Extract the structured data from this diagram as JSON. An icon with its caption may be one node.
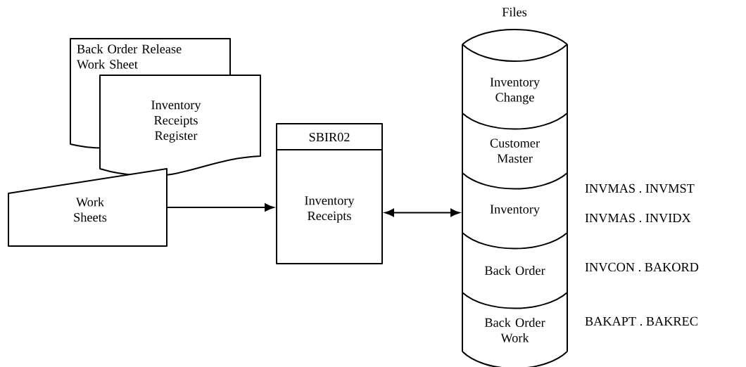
{
  "diagram": {
    "nodes": [
      {
        "text": [
          "Back Order Release Work Sheet"
        ]
      },
      {
        "text": [
          "Inventory Receipts Register"
        ]
      },
      {
        "text": [
          "Work Sheets"
        ]
      },
      {
        "text": [
          "SBIR02",
          "Inventory Receipts"
        ]
      },
      {
        "text": [
          "Files"
        ]
      },
      {
        "text": [
          "Inventory Change"
        ],
        "in": 4
      },
      {
        "text": [
          "Customer Master"
        ],
        "in": 4
      },
      {
        "text": [
          "Inventory"
        ],
        "in": 4
      },
      {
        "text": [
          "Back Order"
        ],
        "in": 4
      },
      {
        "text": [
          "Back Order Work"
        ],
        "in": 4
      }
    ],
    "edges": [
      {
        "from": 2,
        "to": 3,
        "arrow": "to"
      },
      {
        "from": 3,
        "to": 7,
        "arrow": "both"
      }
    ],
    "labels": [
      "INVMAS . INVMST",
      "INVMAS . INVIDX",
      "INVCON . BAKORD",
      "BAKAPT . BAKREC"
    ]
  }
}
